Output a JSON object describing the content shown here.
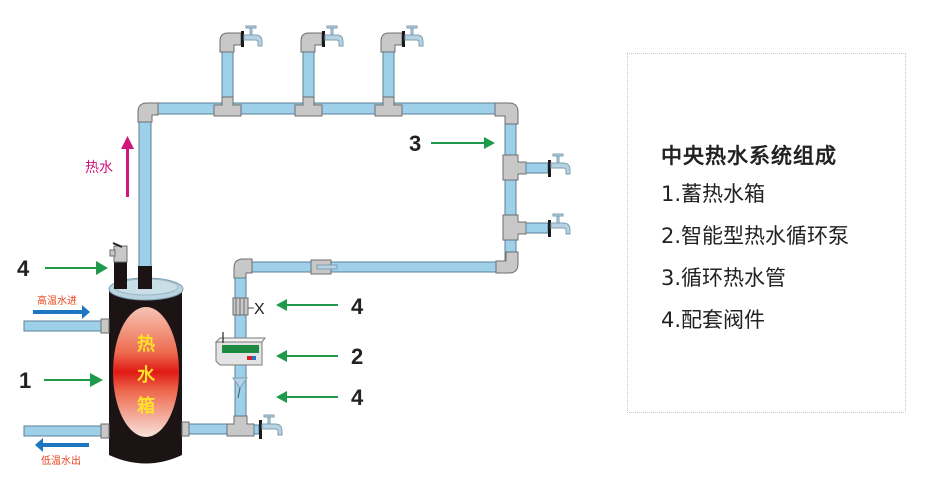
{
  "legend": {
    "title": "中央热水系统组成",
    "items": [
      "1.蓄热水箱",
      "2.智能型热水循环泵",
      "3.循环热水管",
      "4.配套阀件"
    ]
  },
  "diagram": {
    "hot_water_label": "热水",
    "inlet_label": "高温水进",
    "outlet_label": "低温水出",
    "tank_text": [
      "热",
      "水",
      "箱"
    ],
    "valve_x_label": "X",
    "callouts": {
      "tank": "1",
      "pump": "2",
      "pipe": "3",
      "valve_top": "4",
      "valve_check": "4",
      "valve_lower": "4"
    },
    "colors": {
      "pipe": "#9fd0ea",
      "fitting": "#c8c8c8",
      "callout_arrow": "#1f9a4a",
      "hot_arrow": "#d0157c",
      "io_arrow": "#1d76c2",
      "tank_body": "#1c1414",
      "tank_glow": "#e8281e"
    }
  }
}
